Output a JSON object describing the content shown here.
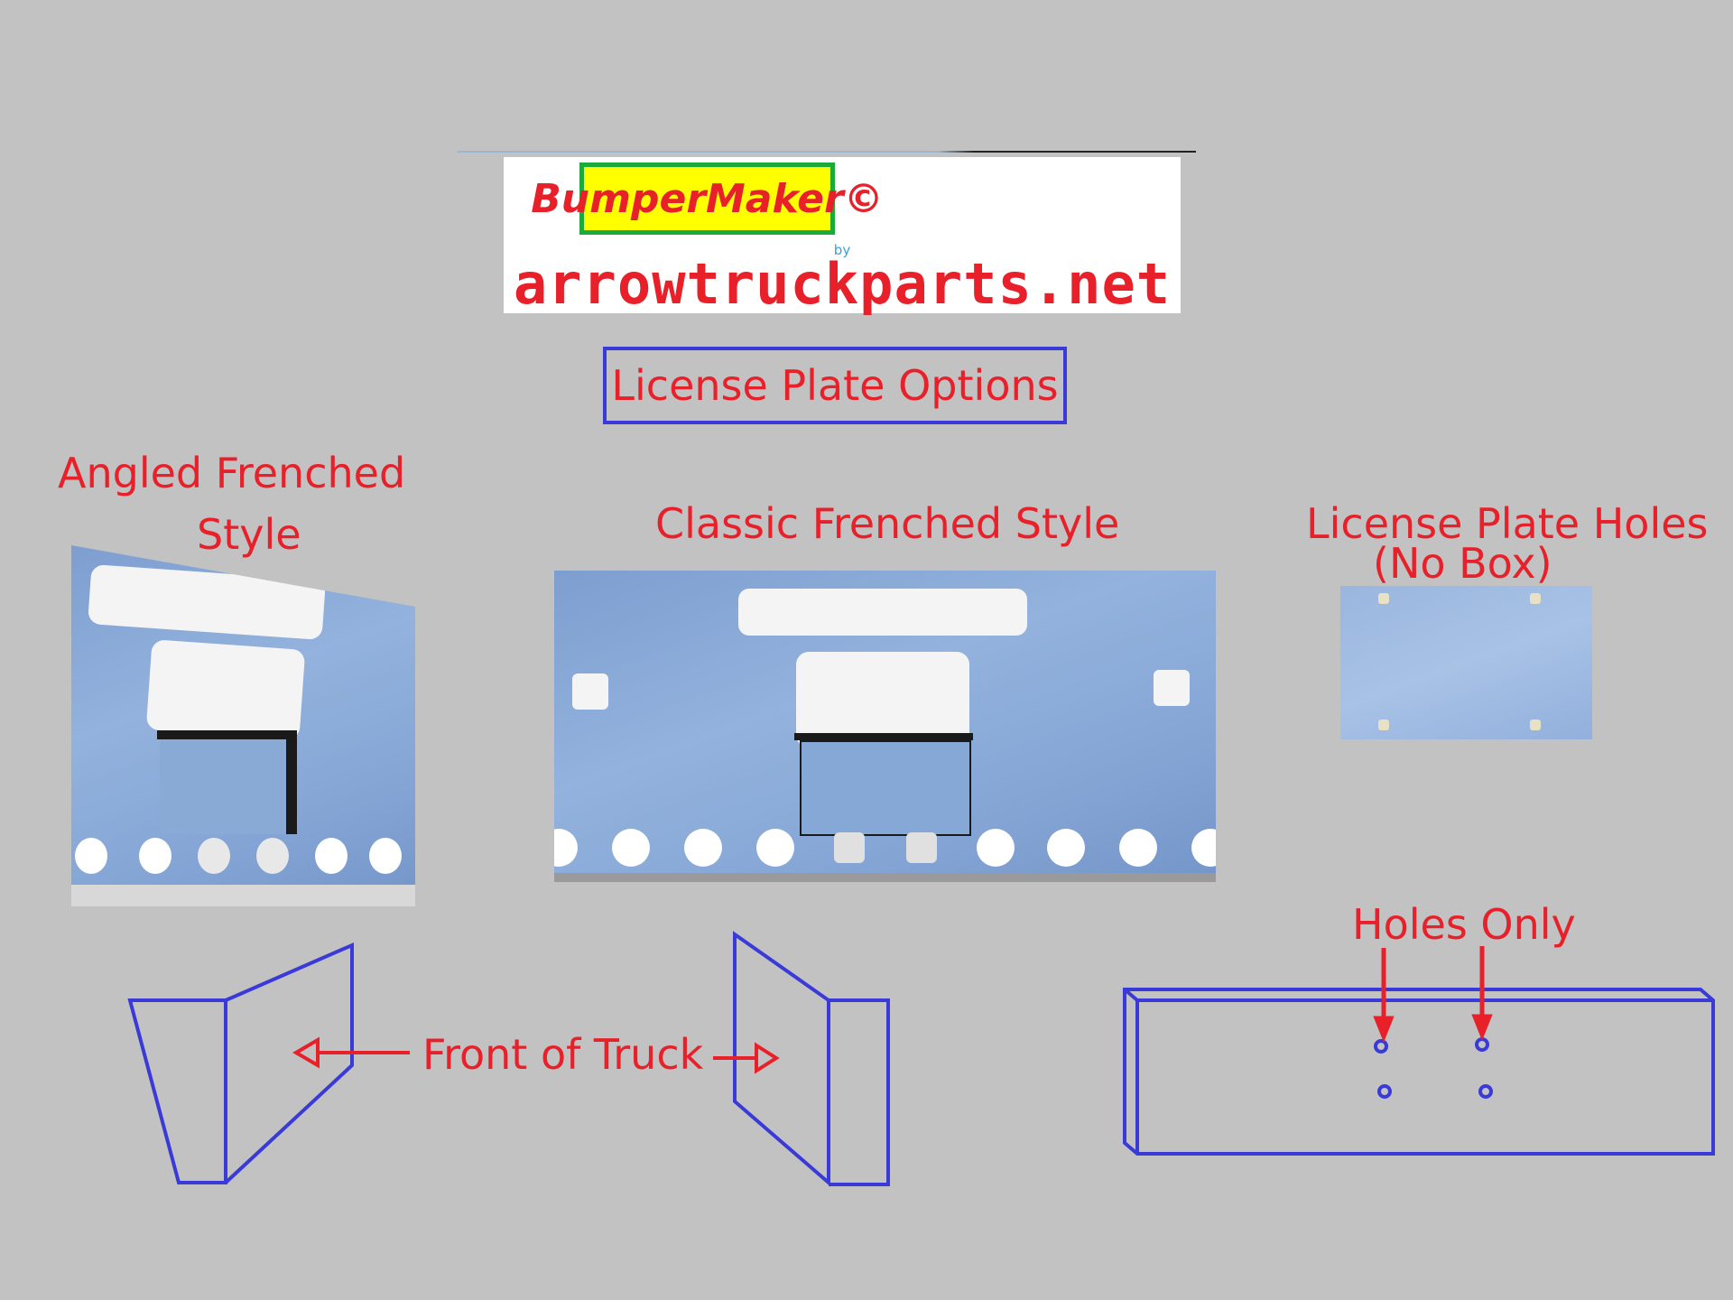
{
  "logo": {
    "brand": "BumperMaker©",
    "by": "by",
    "domain": "arrowtruckparts.net"
  },
  "title": "License Plate Options",
  "sections": {
    "angled": {
      "label_line1": "Angled Frenched",
      "label_line2": "Style"
    },
    "classic": {
      "label": "Classic Frenched Style"
    },
    "holes": {
      "label_line1": "License Plate Holes",
      "label_line2": "(No Box)"
    }
  },
  "diagrams": {
    "front_of_truck": "Front of Truck",
    "holes_only": "Holes Only"
  },
  "colors": {
    "background": "#c2c2c2",
    "text_red": "#e8202a",
    "line_blue": "#3a3ad8",
    "logo_yellow": "#ffff00",
    "logo_green": "#1aab3a"
  }
}
